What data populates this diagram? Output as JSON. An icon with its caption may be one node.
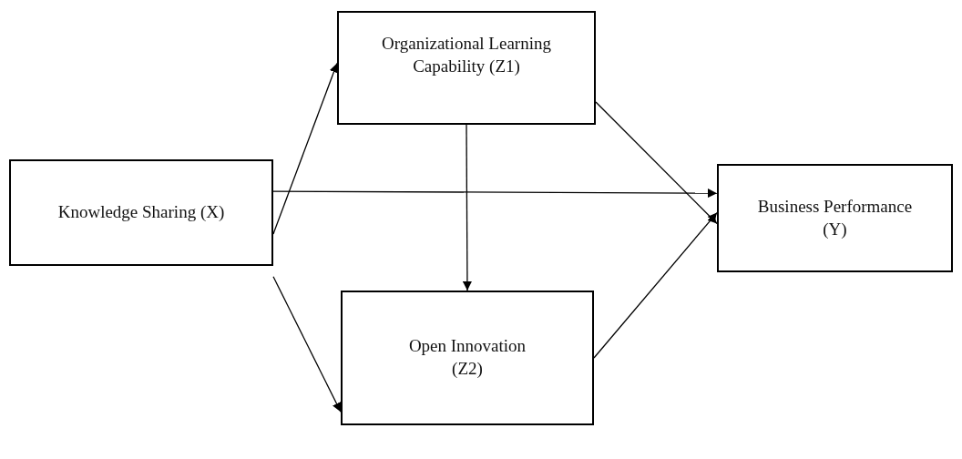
{
  "diagram": {
    "nodes": [
      {
        "text": [
          "Knowledge Sharing (X)"
        ]
      },
      {
        "text": [
          "Organizational Learning Capability (Z1)"
        ]
      },
      {
        "text": [
          "Business Performance (Y)"
        ]
      },
      {
        "text": [
          "Open Innovation (Z2)"
        ]
      }
    ],
    "edges": [
      {
        "from": 0,
        "to": 1,
        "arrow": "to"
      },
      {
        "from": 0,
        "to": 2,
        "arrow": "to"
      },
      {
        "from": 1,
        "to": 2,
        "arrow": "to"
      },
      {
        "from": 1,
        "to": 3,
        "arrow": "to"
      },
      {
        "from": 3,
        "to": 2,
        "arrow": "to"
      },
      {
        "from": 0,
        "to": 3,
        "arrow": "to"
      }
    ]
  }
}
